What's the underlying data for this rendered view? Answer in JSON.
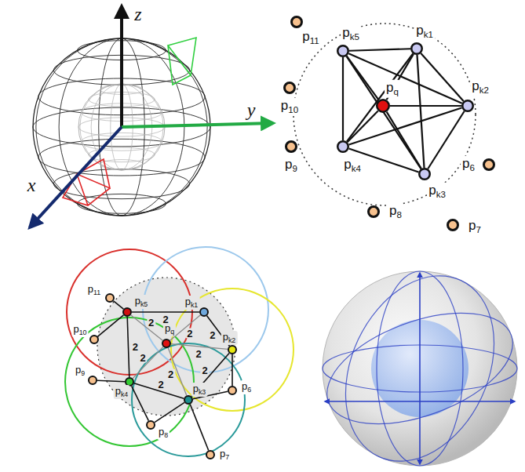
{
  "diagram": {
    "nodes": [
      {
        "text": [
          "pq"
        ]
      },
      {
        "text": [
          "pk1"
        ]
      },
      {
        "text": [
          "pk2"
        ]
      },
      {
        "text": [
          "pk3"
        ]
      },
      {
        "text": [
          "pk4"
        ]
      },
      {
        "text": [
          "pk5"
        ]
      },
      {
        "text": [
          "p6"
        ]
      },
      {
        "text": [
          "p7"
        ]
      },
      {
        "text": [
          "p8"
        ]
      },
      {
        "text": [
          "p9"
        ]
      },
      {
        "text": [
          "p10"
        ]
      },
      {
        "text": [
          "p11"
        ]
      },
      {
        "text": [
          "pq"
        ]
      },
      {
        "text": [
          "pk1"
        ]
      },
      {
        "text": [
          "pk2"
        ]
      },
      {
        "text": [
          "pk3"
        ]
      },
      {
        "text": [
          "pk4"
        ]
      },
      {
        "text": [
          "pk5"
        ]
      },
      {
        "text": [
          "p6"
        ]
      },
      {
        "text": [
          "p7"
        ]
      },
      {
        "text": [
          "p8"
        ]
      },
      {
        "text": [
          "p9"
        ]
      },
      {
        "text": [
          "p10"
        ]
      },
      {
        "text": [
          "p11"
        ]
      }
    ],
    "edges": [
      {
        "from": 0,
        "to": 1,
        "arrow": "none"
      },
      {
        "from": 0,
        "to": 2,
        "arrow": "none"
      },
      {
        "from": 0,
        "to": 3,
        "arrow": "none"
      },
      {
        "from": 0,
        "to": 4,
        "arrow": "none"
      },
      {
        "from": 0,
        "to": 5,
        "arrow": "none"
      },
      {
        "from": 1,
        "to": 2,
        "arrow": "none"
      },
      {
        "from": 1,
        "to": 3,
        "arrow": "none"
      },
      {
        "from": 1,
        "to": 4,
        "arrow": "none"
      },
      {
        "from": 1,
        "to": 5,
        "arrow": "none"
      },
      {
        "from": 2,
        "to": 3,
        "arrow": "none"
      },
      {
        "from": 2,
        "to": 4,
        "arrow": "none"
      },
      {
        "from": 2,
        "to": 5,
        "arrow": "none"
      },
      {
        "from": 3,
        "to": 4,
        "arrow": "none"
      },
      {
        "from": 3,
        "to": 5,
        "arrow": "none"
      },
      {
        "from": 4,
        "to": 5,
        "arrow": "none"
      },
      {
        "from": 17,
        "to": 13,
        "label": "2",
        "arrow": "none"
      },
      {
        "from": 13,
        "to": 14,
        "label": "2",
        "arrow": "none"
      },
      {
        "from": 14,
        "to": 15,
        "label": "2",
        "arrow": "none"
      },
      {
        "from": 15,
        "to": 16,
        "label": "2",
        "arrow": "none"
      },
      {
        "from": 16,
        "to": 17,
        "label": "2",
        "arrow": "none"
      },
      {
        "from": 12,
        "to": 13,
        "label": "2",
        "arrow": "none"
      },
      {
        "from": 12,
        "to": 14,
        "label": "2",
        "arrow": "none"
      },
      {
        "from": 12,
        "to": 15,
        "label": "2",
        "arrow": "none"
      },
      {
        "from": 12,
        "to": 16,
        "label": "2",
        "arrow": "none"
      },
      {
        "from": 12,
        "to": 17,
        "label": "2",
        "arrow": "none"
      },
      {
        "from": 17,
        "to": 23,
        "arrow": "none"
      },
      {
        "from": 17,
        "to": 22,
        "arrow": "none"
      },
      {
        "from": 16,
        "to": 21,
        "arrow": "none"
      },
      {
        "from": 16,
        "to": 20,
        "arrow": "none"
      },
      {
        "from": 15,
        "to": 20,
        "arrow": "none"
      },
      {
        "from": 15,
        "to": 19,
        "arrow": "none"
      },
      {
        "from": 15,
        "to": 18,
        "arrow": "none"
      },
      {
        "from": 14,
        "to": 18,
        "arrow": "none"
      }
    ],
    "labels": [
      "z",
      "y",
      "x"
    ]
  }
}
